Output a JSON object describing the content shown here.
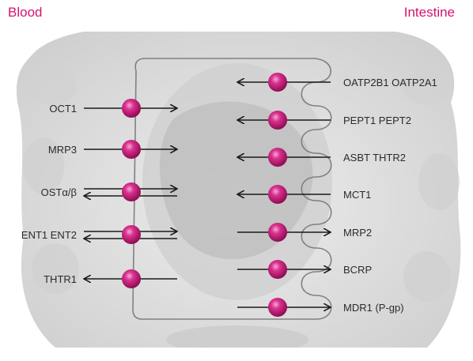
{
  "headers": {
    "left": "Blood",
    "right": "Intestine"
  },
  "colors": {
    "header_text": "#d6136f",
    "transporter": "#c8177a",
    "arrow": "#1a1a1a",
    "label": "#2b2b2b",
    "membrane": "#777777"
  },
  "blood_side": [
    {
      "label": "OCT1",
      "direction": "into-cell"
    },
    {
      "label": "MRP3",
      "direction": "into-cell"
    },
    {
      "label": "OSTα/β",
      "direction": "bidirectional"
    },
    {
      "label": "ENT1 ENT2",
      "direction": "bidirectional"
    },
    {
      "label": "THTR1",
      "direction": "out-to-blood"
    }
  ],
  "intestine_side": [
    {
      "label": "OATP2B1 OATP2A1",
      "direction": "into-cell"
    },
    {
      "label": "PEPT1 PEPT2",
      "direction": "into-cell"
    },
    {
      "label": "ASBT THTR2",
      "direction": "into-cell"
    },
    {
      "label": "MCT1",
      "direction": "into-cell"
    },
    {
      "label": "MRP2",
      "direction": "out-to-lumen"
    },
    {
      "label": "BCRP",
      "direction": "out-to-lumen"
    },
    {
      "label": "MDR1 (P-gp)",
      "direction": "out-to-lumen"
    }
  ]
}
